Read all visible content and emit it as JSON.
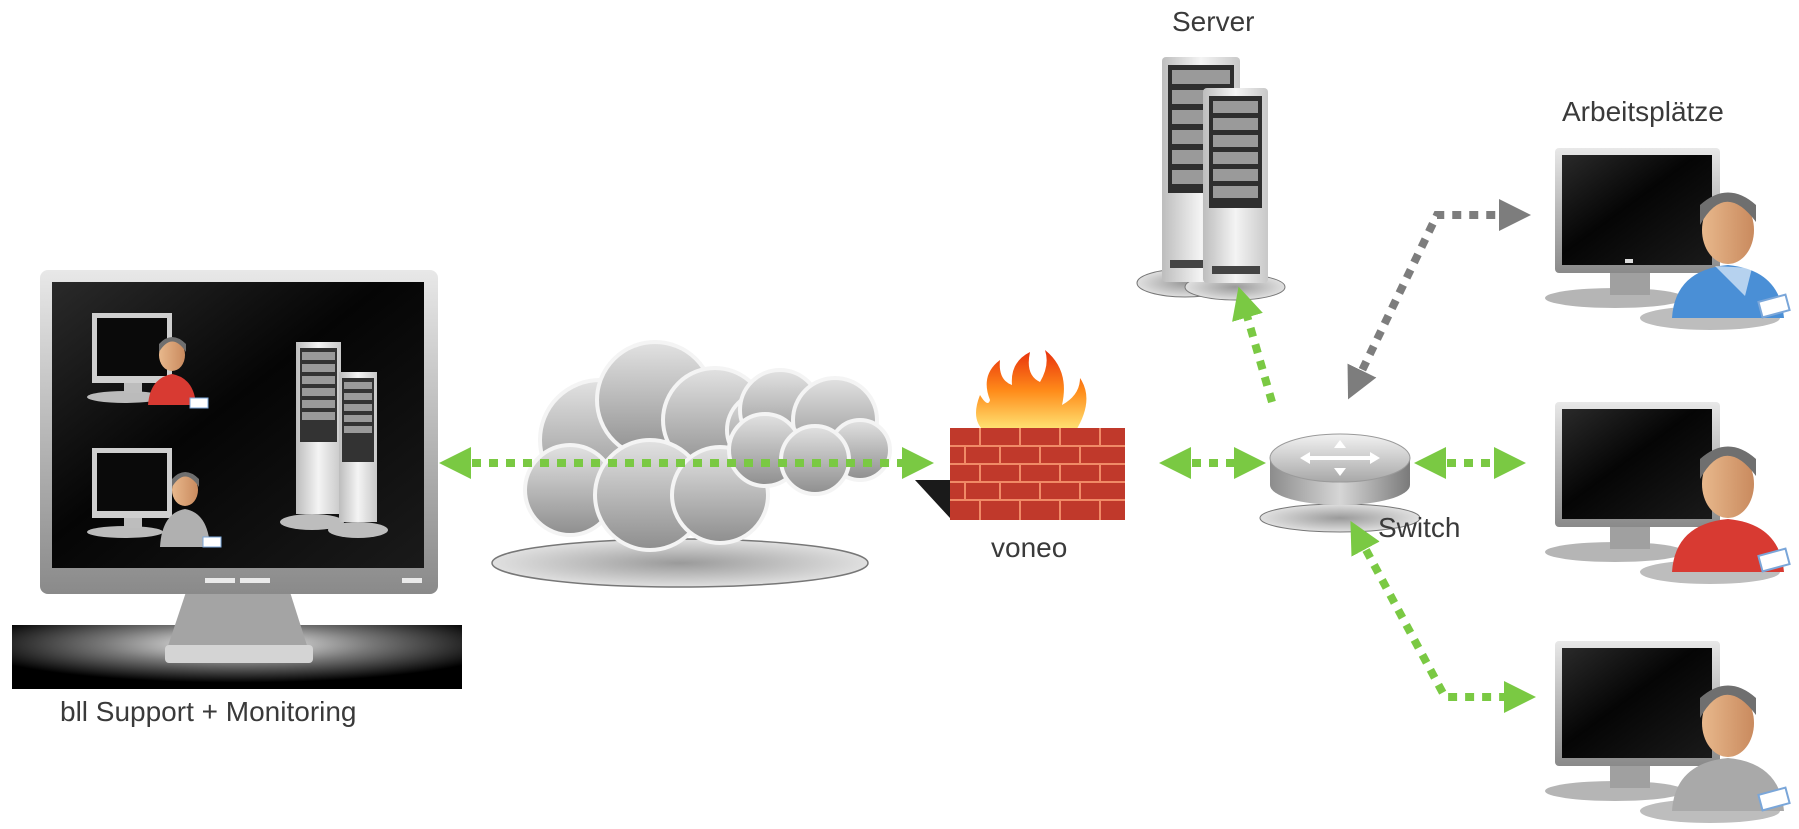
{
  "labels": {
    "server": "Server",
    "workstations": "Arbeitsplätze",
    "firewall": "voneo",
    "switch": "Switch",
    "support": "bll Support + Monitoring"
  },
  "nodes": [
    {
      "id": "support-monitor",
      "icon": "monitor-icon"
    },
    {
      "id": "internet",
      "icon": "cloud-icon"
    },
    {
      "id": "firewall",
      "icon": "firewall-icon"
    },
    {
      "id": "servers",
      "icon": "server-icon"
    },
    {
      "id": "switch",
      "icon": "switch-icon"
    },
    {
      "id": "workstation-1",
      "icon": "workstation-icon",
      "user_color": "#4a8fd6"
    },
    {
      "id": "workstation-2",
      "icon": "workstation-icon",
      "user_color": "#d83a32"
    },
    {
      "id": "workstation-3",
      "icon": "workstation-icon",
      "user_color": "#a9a9a9"
    }
  ],
  "connections": [
    {
      "from": "support-monitor",
      "to": "firewall",
      "style": "dotted-arrow",
      "color": "#7ac943"
    },
    {
      "from": "firewall",
      "to": "switch",
      "style": "dotted-arrow",
      "color": "#7ac943"
    },
    {
      "from": "switch",
      "to": "servers",
      "style": "dotted-arrow",
      "color": "#7ac943"
    },
    {
      "from": "switch",
      "to": "workstation-1",
      "style": "dotted-arrow",
      "color": "#7d7d7d"
    },
    {
      "from": "switch",
      "to": "workstation-2",
      "style": "dotted-arrow",
      "color": "#7ac943"
    },
    {
      "from": "switch",
      "to": "workstation-3",
      "style": "dotted-arrow",
      "color": "#7ac943"
    }
  ],
  "colors": {
    "link_green": "#7ac943",
    "link_gray": "#7d7d7d",
    "label_text": "#3a3a3a",
    "brick": "#c0392b"
  }
}
